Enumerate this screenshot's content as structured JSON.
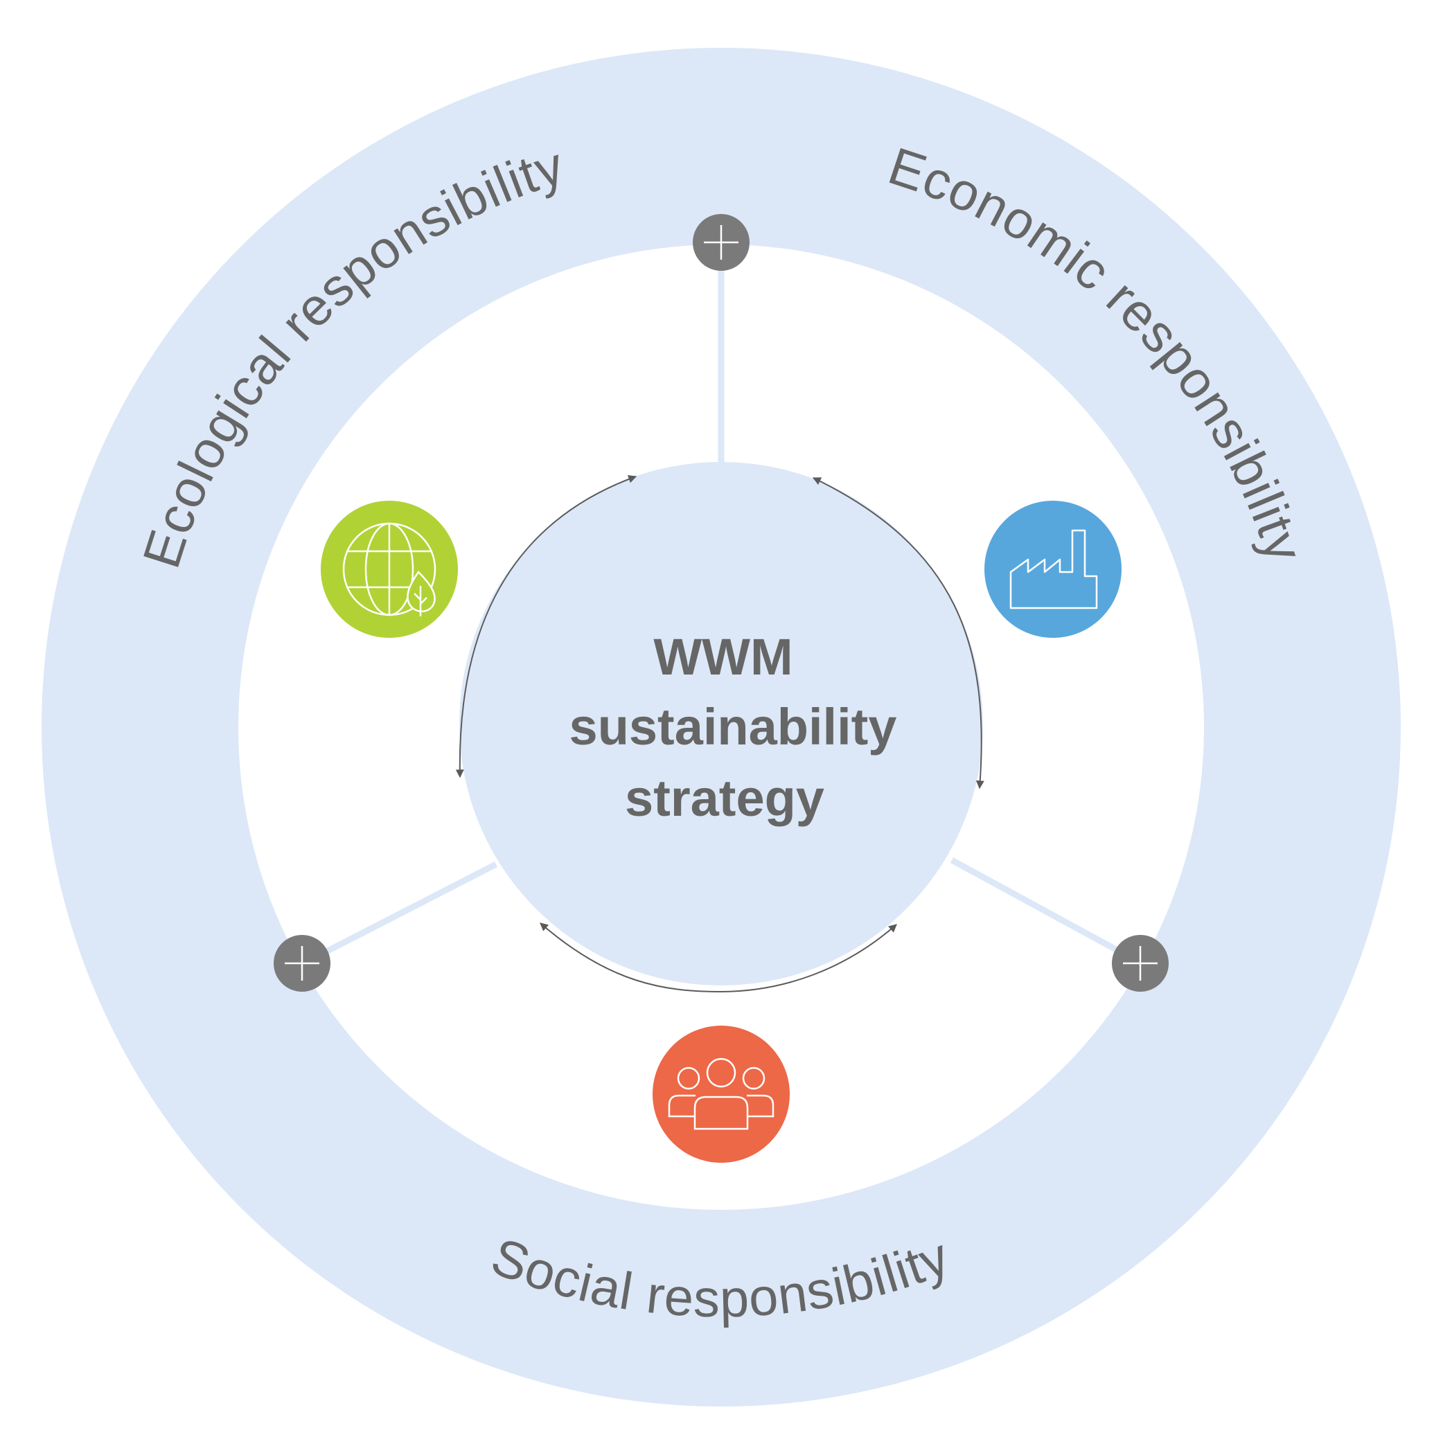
{
  "center": {
    "line1": "WWM",
    "line2": "sustainability",
    "line3": "strategy"
  },
  "ring_labels": {
    "ecological": "Ecological responsibility",
    "economic": "Economic responsibility",
    "social": "Social responsibility"
  },
  "pillars": [
    {
      "id": "ecological",
      "icon": "globe-leaf-icon",
      "color": "#b1d235"
    },
    {
      "id": "economic",
      "icon": "factory-icon",
      "color": "#57a7dd"
    },
    {
      "id": "social",
      "icon": "people-group-icon",
      "color": "#ec6847"
    }
  ],
  "colors": {
    "ring": "#dce8f7",
    "text": "#666666",
    "connector": "#7a7a7a",
    "arrow": "#5a5a5a"
  }
}
